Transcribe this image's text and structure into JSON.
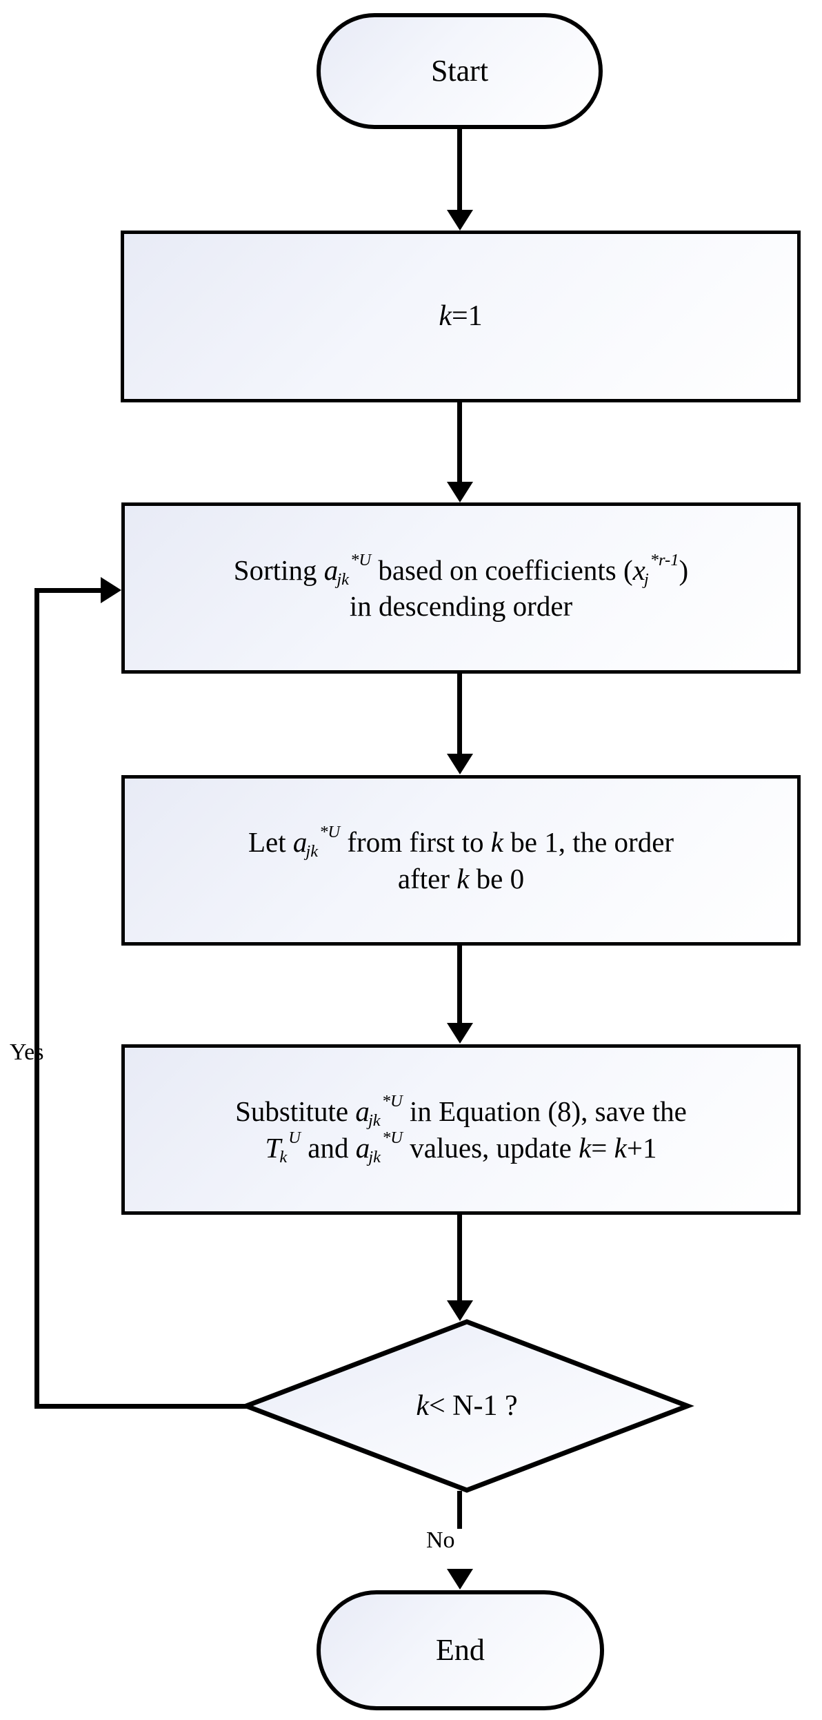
{
  "diagram": {
    "title": "Flowchart",
    "background_color": "#ffffff",
    "line_color": "#000000",
    "node_fill_from": "#e8ebf6",
    "node_fill_to": "#ffffff",
    "nodes": [
      {
        "id": "start",
        "shape": "terminator",
        "label": "Start"
      },
      {
        "id": "init",
        "shape": "process",
        "label": "k=1"
      },
      {
        "id": "sorting",
        "shape": "process",
        "label": "Sorting a_jk^*U based on coefficients (x_j^*r-1) in descending order",
        "line1_pre": "Sorting ",
        "line1_var": "a",
        "line1_sub": "jk",
        "line1_sup": "*U",
        "line1_mid": " based on coefficients (",
        "line1_var2": "x",
        "line1_sub2": "j",
        "line1_sup2": "*r-1",
        "line1_post": ")",
        "line2": "in descending order"
      },
      {
        "id": "assign",
        "shape": "process",
        "label": "Let a_jk^*U from first to k be 1, the order after k be 0",
        "line1_pre": "Let ",
        "line1_var": "a",
        "line1_sub": "jk",
        "line1_sup": "*U",
        "line1_mid": " from first to ",
        "line1_k": "k",
        "line1_post": " be 1, the order",
        "line2_pre": "after ",
        "line2_k": "k",
        "line2_post": " be 0"
      },
      {
        "id": "substitute",
        "shape": "process",
        "label": "Substitute a_jk^*U in Equation (8), save the T_k^U and a_jk^*U values, update k= k+1",
        "line1_pre": "Substitute ",
        "line1_var": "a",
        "line1_sub": "jk",
        "line1_sup": "*U",
        "line1_post": " in Equation (8), save the",
        "line2_var": "T",
        "line2_sub": "k",
        "line2_sup": "U",
        "line2_mid": " and ",
        "line2_var2": "a",
        "line2_sub2": "jk",
        "line2_sup2": "*U",
        "line2_post": " values, update ",
        "line2_k": "k",
        "line2_tail": "= ",
        "line2_k2": "k",
        "line2_tail2": "+1"
      },
      {
        "id": "decision",
        "shape": "diamond",
        "label": "k < N-1 ?",
        "label_var": "k",
        "label_rest": " < N-1 ?"
      },
      {
        "id": "end",
        "shape": "terminator",
        "label": "End"
      }
    ],
    "edges": [
      {
        "id": "start-to-init",
        "from": "start",
        "to": "init",
        "label": ""
      },
      {
        "id": "init-to-sorting",
        "from": "init",
        "to": "sorting",
        "label": ""
      },
      {
        "id": "sorting-to-assign",
        "from": "sorting",
        "to": "assign",
        "label": ""
      },
      {
        "id": "assign-to-substitute",
        "from": "assign",
        "to": "substitute",
        "label": ""
      },
      {
        "id": "substitute-to-decision",
        "from": "substitute",
        "to": "decision",
        "label": ""
      },
      {
        "id": "decision-yes-loop",
        "from": "decision",
        "to": "sorting",
        "label": "Yes"
      },
      {
        "id": "decision-no-to-end",
        "from": "decision",
        "to": "end",
        "label": "No"
      }
    ],
    "labels": {
      "yes": "Yes",
      "no": "No"
    }
  }
}
